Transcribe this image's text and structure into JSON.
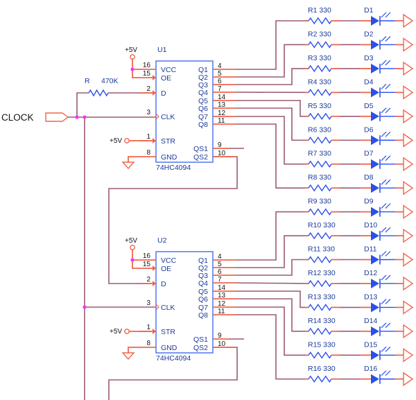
{
  "input": {
    "label": "CLOCK"
  },
  "pullup": {
    "ref": "R",
    "value": "470K"
  },
  "supply_label": "+5V",
  "chips": [
    {
      "ref": "U1",
      "part": "74HC4094",
      "left_pins": [
        {
          "name": "VCC",
          "num": "16"
        },
        {
          "name": "OE",
          "num": "15"
        },
        {
          "name": "D",
          "num": "2"
        },
        {
          "name": "CLK",
          "num": "3"
        },
        {
          "name": "STR",
          "num": "1"
        },
        {
          "name": "GND",
          "num": "8"
        }
      ],
      "right_pins": [
        {
          "name": "Q1",
          "num": "4"
        },
        {
          "name": "Q2",
          "num": "5"
        },
        {
          "name": "Q3",
          "num": "6"
        },
        {
          "name": "Q4",
          "num": "7"
        },
        {
          "name": "Q5",
          "num": "14"
        },
        {
          "name": "Q6",
          "num": "13"
        },
        {
          "name": "Q7",
          "num": "12"
        },
        {
          "name": "Q8",
          "num": "11"
        },
        {
          "name": "QS1",
          "num": "9"
        },
        {
          "name": "QS2",
          "num": "10"
        }
      ]
    },
    {
      "ref": "U2",
      "part": "74HC4094",
      "left_pins": [
        {
          "name": "VCC",
          "num": "16"
        },
        {
          "name": "OE",
          "num": "15"
        },
        {
          "name": "D",
          "num": "2"
        },
        {
          "name": "CLK",
          "num": "3"
        },
        {
          "name": "STR",
          "num": "1"
        },
        {
          "name": "GND",
          "num": "8"
        }
      ],
      "right_pins": [
        {
          "name": "Q1",
          "num": "4"
        },
        {
          "name": "Q2",
          "num": "5"
        },
        {
          "name": "Q3",
          "num": "6"
        },
        {
          "name": "Q4",
          "num": "7"
        },
        {
          "name": "Q5",
          "num": "14"
        },
        {
          "name": "Q6",
          "num": "13"
        },
        {
          "name": "Q7",
          "num": "12"
        },
        {
          "name": "Q8",
          "num": "11"
        },
        {
          "name": "QS1",
          "num": "9"
        },
        {
          "name": "QS2",
          "num": "10"
        }
      ]
    }
  ],
  "led_rows": [
    {
      "resistor": "R1 330",
      "diode": "D1"
    },
    {
      "resistor": "R2 330",
      "diode": "D2"
    },
    {
      "resistor": "R3 330",
      "diode": "D3"
    },
    {
      "resistor": "R4 330",
      "diode": "D4"
    },
    {
      "resistor": "R5 330",
      "diode": "D5"
    },
    {
      "resistor": "R6 330",
      "diode": "D6"
    },
    {
      "resistor": "R7 330",
      "diode": "D7"
    },
    {
      "resistor": "R8 330",
      "diode": "D8"
    },
    {
      "resistor": "R9 330",
      "diode": "D9"
    },
    {
      "resistor": "R10 330",
      "diode": "D10"
    },
    {
      "resistor": "R11 330",
      "diode": "D11"
    },
    {
      "resistor": "R12 330",
      "diode": "D12"
    },
    {
      "resistor": "R13 330",
      "diode": "D13"
    },
    {
      "resistor": "R14 330",
      "diode": "D14"
    },
    {
      "resistor": "R15 330",
      "diode": "D15"
    },
    {
      "resistor": "R16 330",
      "diode": "D16"
    }
  ],
  "colors": {
    "wire": "#9b5a72",
    "pin": "#f0654a",
    "component": "#2a50e8",
    "junction": "#ff2fff"
  }
}
